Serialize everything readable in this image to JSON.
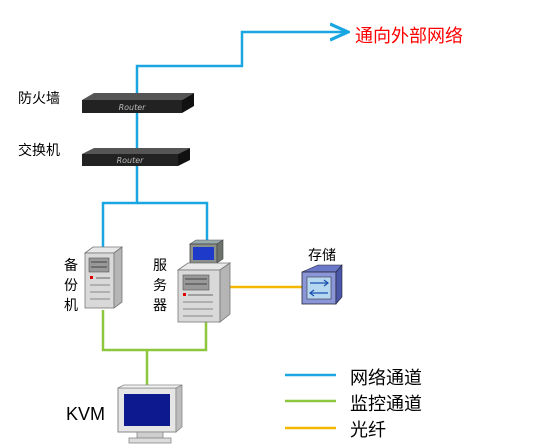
{
  "labels": {
    "external_network": "通向外部网络",
    "firewall": "防火墙",
    "switch": "交换机",
    "backup_chars": [
      "备",
      "份",
      "机"
    ],
    "server_chars": [
      "服",
      "务",
      "器"
    ],
    "storage": "存储",
    "kvm": "KVM",
    "router_text": "Router"
  },
  "legend": [
    {
      "label": "网络通道",
      "color": "#1aa6e0"
    },
    {
      "label": "监控通道",
      "color": "#8dc63f"
    },
    {
      "label": "光纤",
      "color": "#f5b800"
    }
  ],
  "colors": {
    "network": "#1aa6e0",
    "monitor": "#8dc63f",
    "fiber": "#f5b800",
    "external_text": "#ff0000"
  }
}
